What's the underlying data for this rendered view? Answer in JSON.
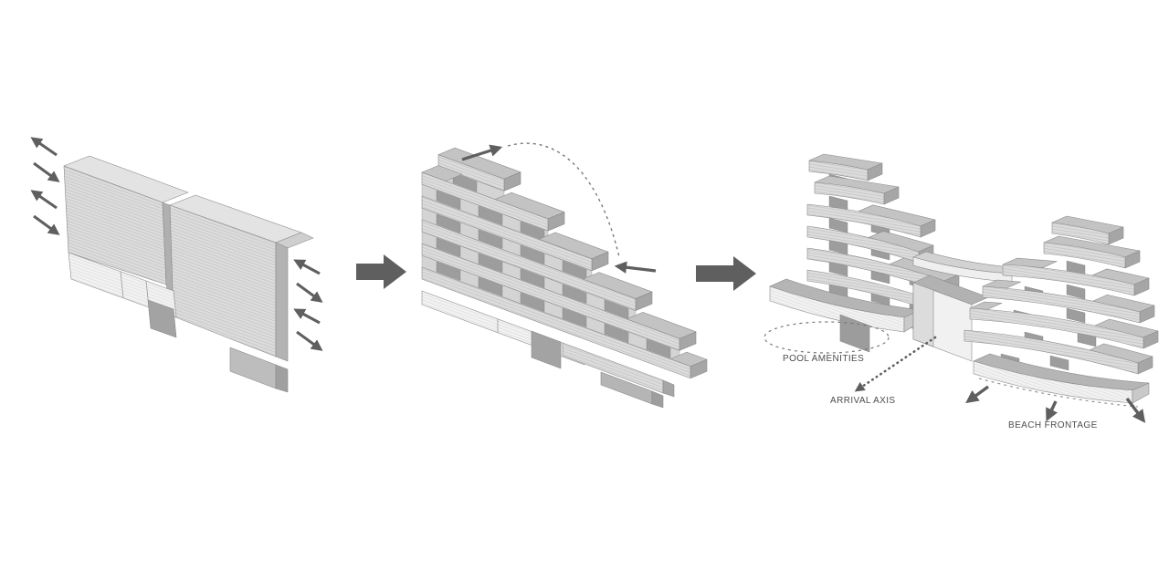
{
  "diagram": {
    "labels": {
      "pool_amenities": "POOL AMENITIES",
      "arrival_axis": "ARRIVAL AXIS",
      "beach_frontage": "BEACH FRONTAGE"
    }
  },
  "colors": {
    "background": "#ffffff",
    "face_front": "#dcdcdc",
    "face_front_line": "#c2c2c2",
    "face_top_light": "#e3e3e3",
    "face_top": "#c3c3c3",
    "face_side": "#a6a6a6",
    "face_shadow": "#a3a3a3",
    "hole_shadow": "#9d9d9d",
    "podium_white": "#f2f2f2",
    "podium_line": "#dddddd",
    "dark_block": "#a3a3a3",
    "gap_band": "#d4d4d4",
    "arrow_dark": "#5f5f5f",
    "annotation": "#787878",
    "label_text": "#4d4d4d",
    "outline": "#8a8a8a"
  }
}
